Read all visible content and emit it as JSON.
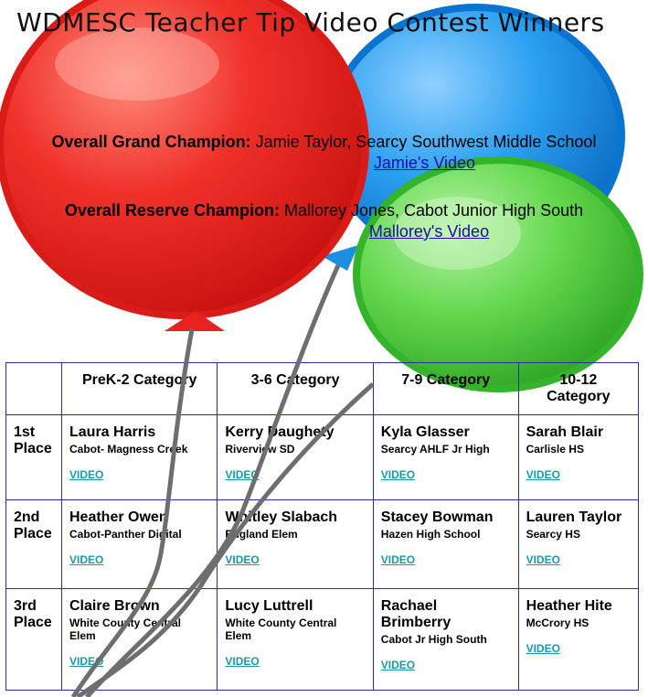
{
  "title": "WDMESC Teacher Tip Video Contest Winners",
  "grand_champion": {
    "label": "Overall Grand Champion:",
    "winner": "Jamie Taylor, Searcy Southwest Middle School",
    "link": "Jamie's Video"
  },
  "reserve_champion": {
    "label": "Overall Reserve Champion:",
    "winner": "Mallorey Jones, Cabot Junior High South",
    "link": "Mallorey's Video"
  },
  "table": {
    "headers": [
      "",
      "PreK-2 Category",
      "3-6 Category",
      "7-9 Category",
      "10-12 Category"
    ],
    "rows": [
      {
        "place": "1st Place",
        "cells": [
          {
            "name": "Laura Harris",
            "school": "Cabot- Magness Creek",
            "video": "VIDEO"
          },
          {
            "name": "Kerry Daughety",
            "school": "Riverview SD",
            "video": "VIDEO"
          },
          {
            "name": "Kyla Glasser",
            "school": "Searcy AHLF Jr High",
            "video": "VIDEO"
          },
          {
            "name": "Sarah Blair",
            "school": "Carlisle HS",
            "video": "VIDEO"
          }
        ]
      },
      {
        "place": "2nd Place",
        "cells": [
          {
            "name": "Heather Owen",
            "school": "Cabot-Panther Digital",
            "video": "VIDEO"
          },
          {
            "name": "Whitley Slabach",
            "school": "England Elem",
            "video": "VIDEO"
          },
          {
            "name": "Stacey Bowman",
            "school": "Hazen High School",
            "video": "VIDEO"
          },
          {
            "name": "Lauren Taylor",
            "school": "Searcy HS",
            "video": "VIDEO"
          }
        ]
      },
      {
        "place": "3rd Place",
        "cells": [
          {
            "name": "Claire Brown",
            "school": "White County Central Elem",
            "video": "VIDEO"
          },
          {
            "name": "Lucy Luttrell",
            "school": "White County Central Elem",
            "video": "VIDEO"
          },
          {
            "name": "Rachael Brimberry",
            "school": "Cabot Jr High South",
            "video": "VIDEO"
          },
          {
            "name": "Heather Hite",
            "school": "McCrory HS",
            "video": "VIDEO"
          }
        ]
      }
    ]
  },
  "colors": {
    "red_balloon": "#e8231f",
    "blue_balloon": "#1b8fe0",
    "green_balloon": "#4fcf3a",
    "string": "#6e6e6e",
    "table_border": "#2a2ab5",
    "link": "#1a0dab",
    "video_link": "#1a9aa6"
  }
}
